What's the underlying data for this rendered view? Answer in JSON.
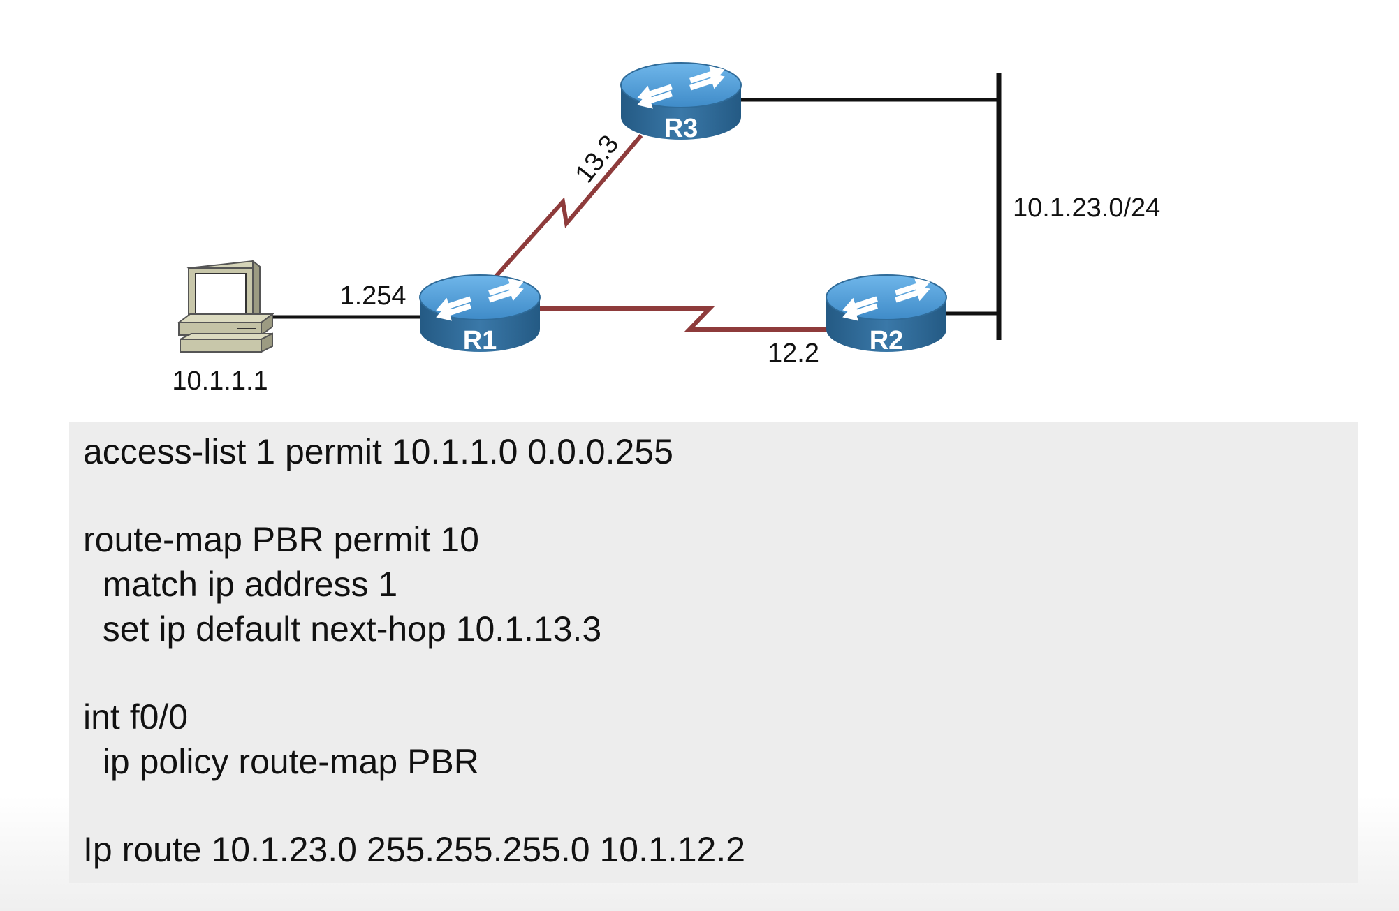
{
  "diagram": {
    "routers": [
      {
        "id": "r1",
        "label": "R1"
      },
      {
        "id": "r2",
        "label": "R2"
      },
      {
        "id": "r3",
        "label": "R3"
      }
    ],
    "host_address": "10.1.1.1",
    "interface_labels": {
      "r1_lan": "1.254",
      "r3_serial": "13.3",
      "r2_serial": "12.2",
      "segment_23": "10.1.23.0/24"
    },
    "colors": {
      "serial_link": "#8e3b3b",
      "ethernet_link": "#111111",
      "router_body": "#2f6b99",
      "router_top": "#4d9bd8",
      "panel_bg": "#ededed"
    }
  },
  "config": {
    "lines": [
      "access-list 1 permit 10.1.1.0 0.0.0.255",
      "route-map PBR permit 10",
      "  match ip address 1",
      "  set ip default next-hop 10.1.13.3",
      "int f0/0",
      "  ip policy route-map PBR",
      "Ip route 10.1.23.0 255.255.255.0 10.1.12.2"
    ]
  }
}
